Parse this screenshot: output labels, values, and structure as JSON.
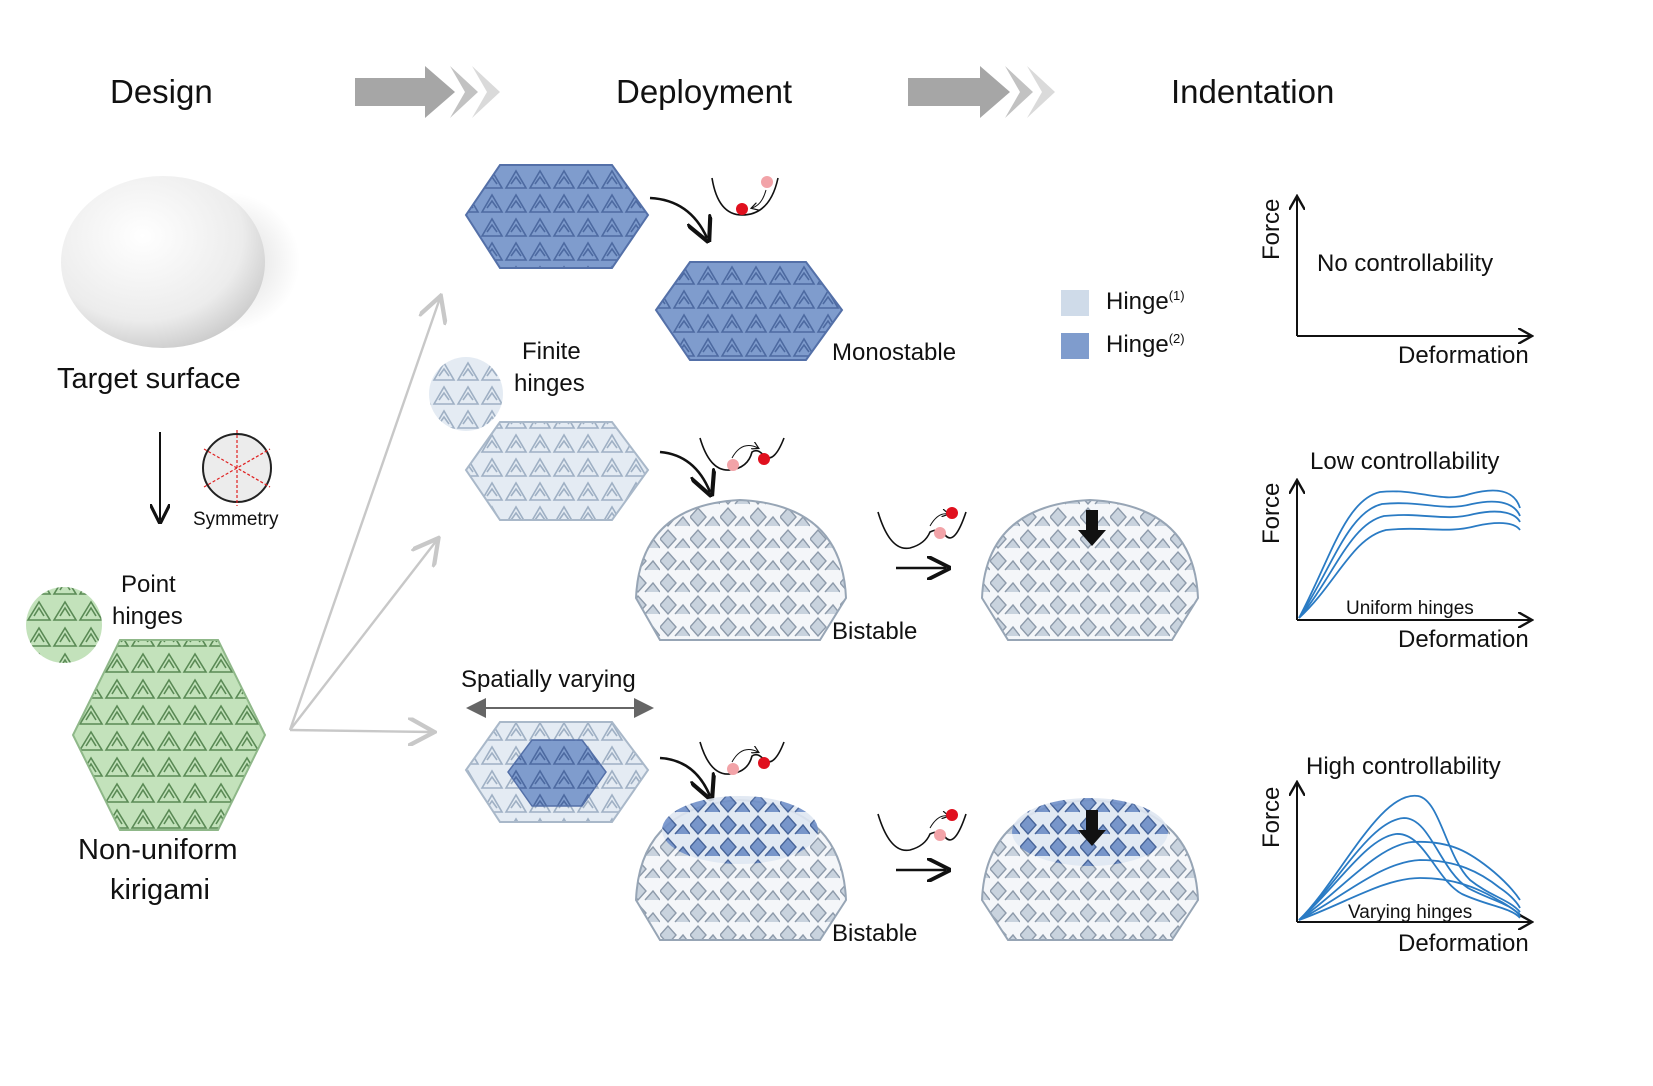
{
  "stages": {
    "design": "Design",
    "deployment": "Deployment",
    "indentation": "Indentation"
  },
  "design": {
    "target_surface": "Target surface",
    "symmetry": "Symmetry",
    "point_hinges_1": "Point",
    "point_hinges_2": "hinges",
    "nonuniform_1": "Non-uniform",
    "nonuniform_2": "kirigami"
  },
  "deployment": {
    "finite_hinges_1": "Finite",
    "finite_hinges_2": "hinges",
    "monostable": "Monostable",
    "bistable_1": "Bistable",
    "bistable_2": "Bistable",
    "spatially_varying": "Spatially varying"
  },
  "legend": {
    "hinge1": "Hinge",
    "hinge1_sup": "(1)",
    "hinge2": "Hinge",
    "hinge2_sup": "(2)",
    "hinge1_color": "#cfdbe9",
    "hinge2_color": "#7f9ccd"
  },
  "plots": {
    "p1": {
      "title": "No controllability",
      "xlabel": "Deformation",
      "ylabel": "Force",
      "note": ""
    },
    "p2": {
      "title": "Low controllability",
      "xlabel": "Deformation",
      "ylabel": "Force",
      "note": "Uniform hinges"
    },
    "p3": {
      "title": "High controllability",
      "xlabel": "Deformation",
      "ylabel": "Force",
      "note": "Varying hinges"
    }
  },
  "colors": {
    "green": "#bfe0b8",
    "blue_dark": "#7f9ccd",
    "blue_light": "#dde6f0",
    "curve": "#2a7bc4",
    "ball_red": "#e0101e",
    "ball_pink": "#f2a3a8"
  }
}
